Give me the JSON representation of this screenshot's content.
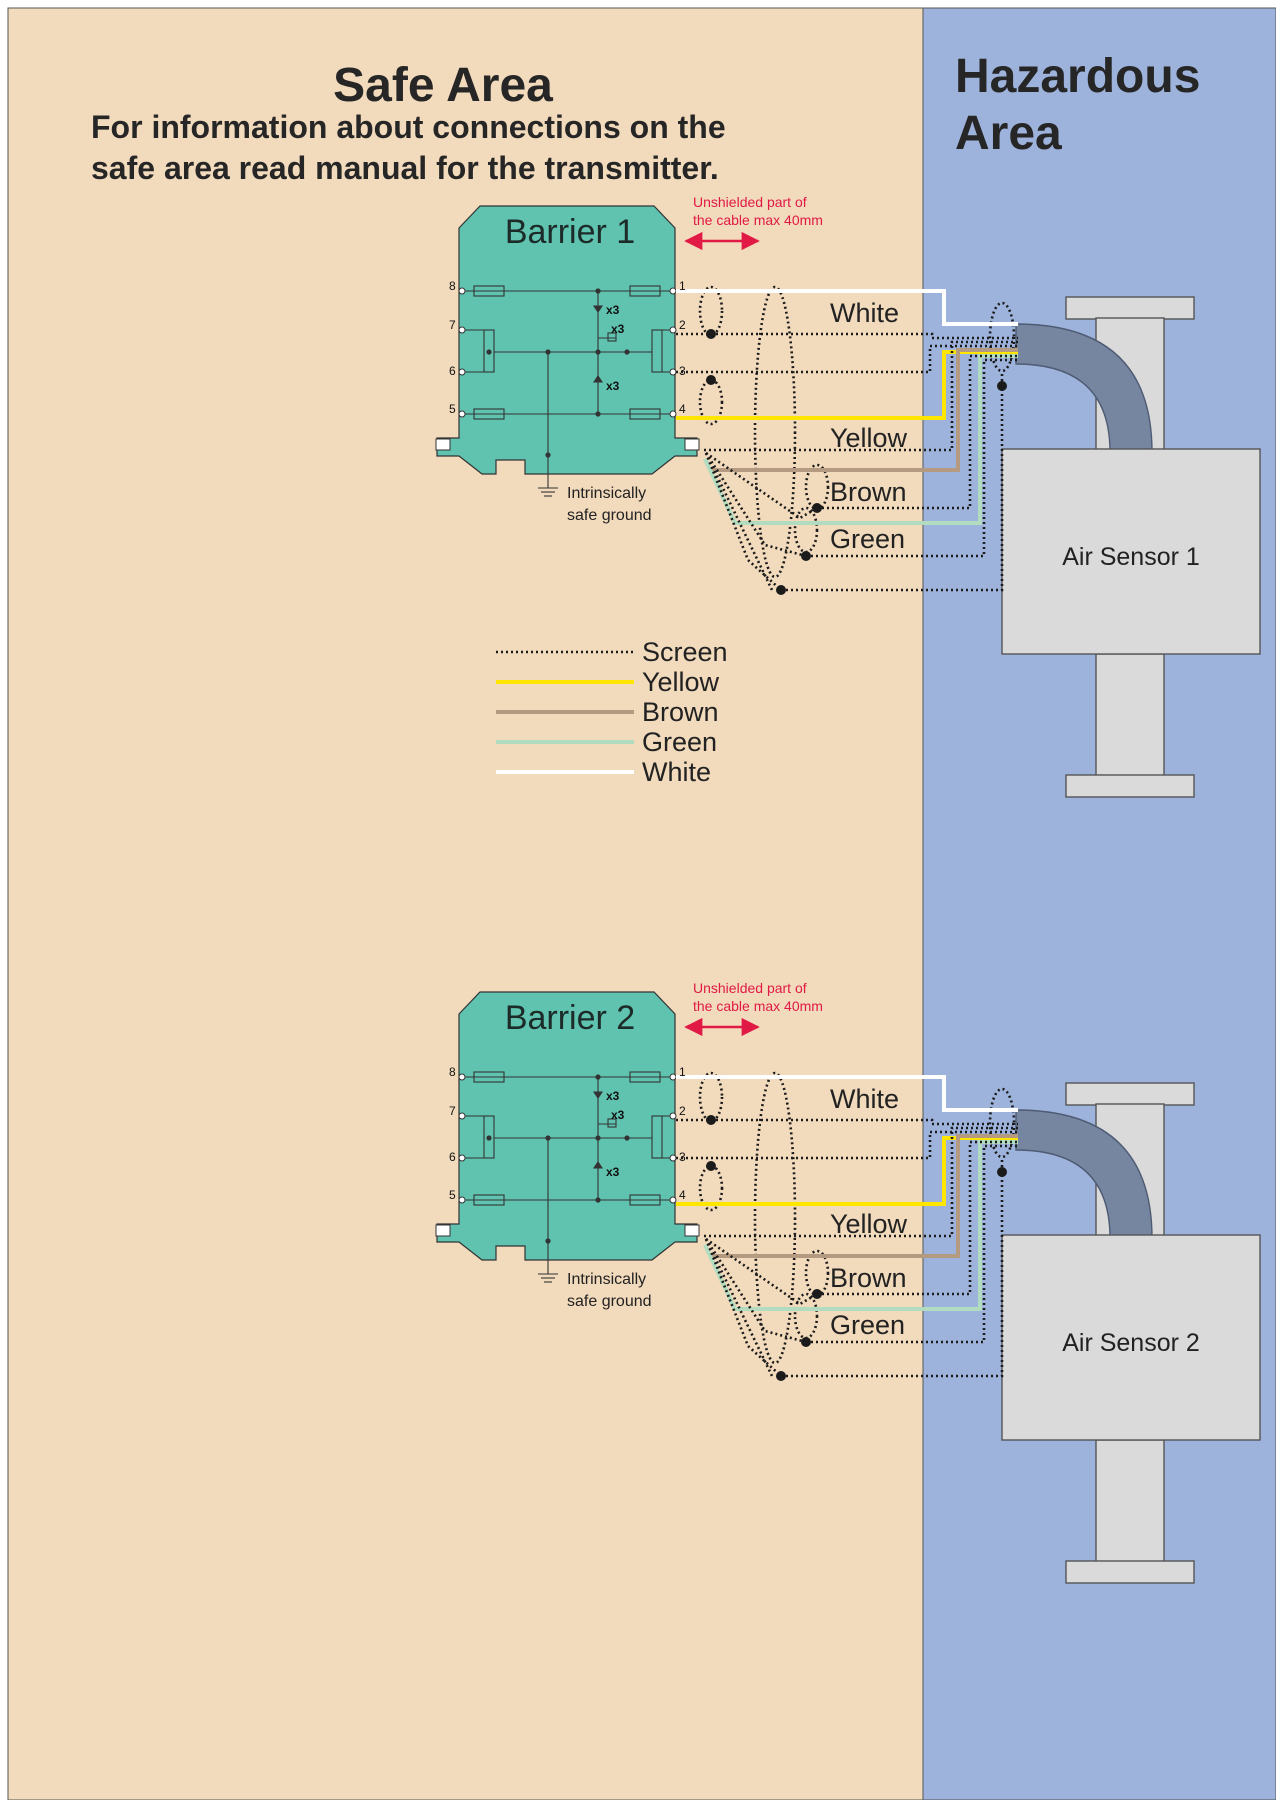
{
  "safe_area": {
    "title": "Safe Area",
    "subtitle_line1": "For information about connections on the",
    "subtitle_line2": "safe area read manual for the transmitter."
  },
  "hazardous_area": {
    "title_line1": "Hazardous",
    "title_line2": "Area"
  },
  "units": [
    {
      "barrier_title": "Barrier 1",
      "unshielded_note_line1": "Unshielded part of",
      "unshielded_note_line2": "the cable max 40mm",
      "pins_left": [
        "8",
        "7",
        "6",
        "5"
      ],
      "pins_right": [
        "1",
        "2",
        "3",
        "4"
      ],
      "multiplier": "x3",
      "ground_line1": "Intrinsically",
      "ground_line2": "safe ground",
      "wire_labels": {
        "white": "White",
        "yellow": "Yellow",
        "brown": "Brown",
        "green": "Green"
      },
      "sensor_label": "Air Sensor 1"
    },
    {
      "barrier_title": "Barrier 2",
      "unshielded_note_line1": "Unshielded part of",
      "unshielded_note_line2": "the cable max 40mm",
      "pins_left": [
        "8",
        "7",
        "6",
        "5"
      ],
      "pins_right": [
        "1",
        "2",
        "3",
        "4"
      ],
      "multiplier": "x3",
      "ground_line1": "Intrinsically",
      "ground_line2": "safe ground",
      "wire_labels": {
        "white": "White",
        "yellow": "Yellow",
        "brown": "Brown",
        "green": "Green"
      },
      "sensor_label": "Air Sensor 2"
    }
  ],
  "legend": [
    {
      "label": "Screen",
      "color": "#1b1b1b",
      "style": "dotted"
    },
    {
      "label": "Yellow",
      "color": "#ffe600",
      "style": "solid"
    },
    {
      "label": "Brown",
      "color": "#b39a80",
      "style": "solid"
    },
    {
      "label": "Green",
      "color": "#b2dcc0",
      "style": "solid"
    },
    {
      "label": "White",
      "color": "#ffffff",
      "style": "solid"
    }
  ],
  "colors": {
    "safe_area_bg": "#f2dabc",
    "hazardous_area_bg": "#9db3dc",
    "barrier_fill": "#5fc3b0",
    "sensor_fill": "#dadada",
    "cable_gland": "#7686a0",
    "note_red": "#e01a45"
  }
}
